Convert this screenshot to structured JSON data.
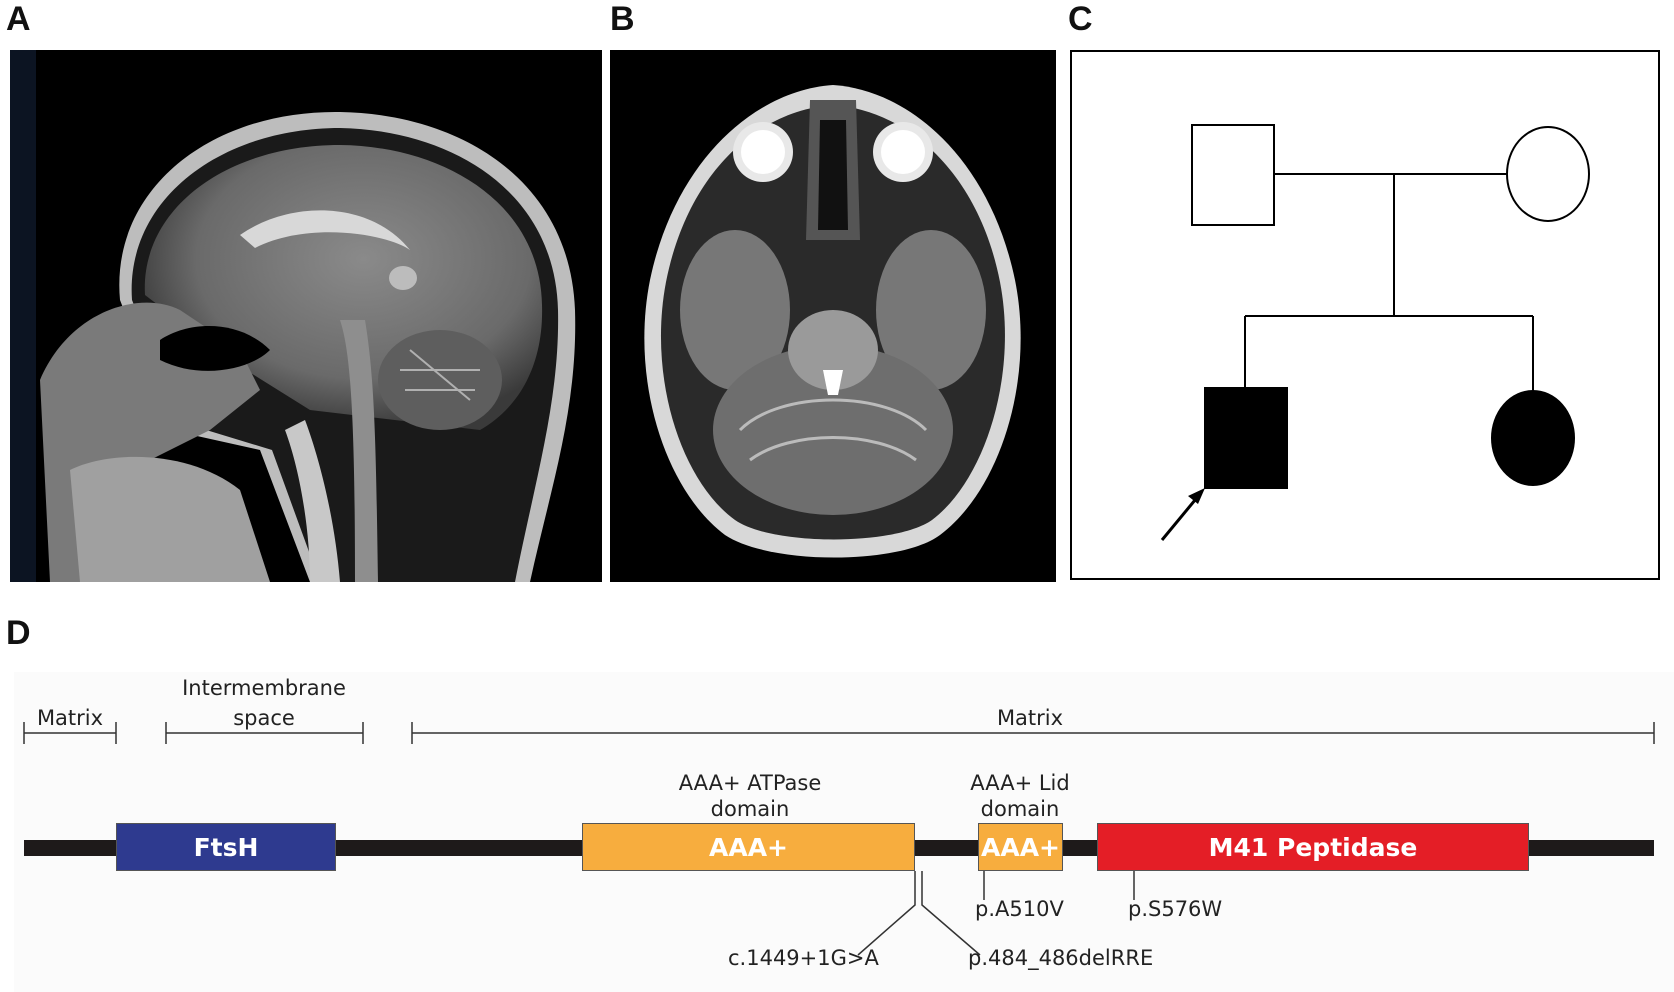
{
  "panels": {
    "a": "A",
    "b": "B",
    "c": "C",
    "d": "D"
  },
  "membrane": {
    "matrix_left": "Matrix",
    "intermembrane_line1": "Intermembrane",
    "intermembrane_line2": "space",
    "matrix_right": "Matrix"
  },
  "domains": {
    "ftsh": "FtsH",
    "aaa_atpase": "AAA+",
    "aaa_lid": "AAA+",
    "m41": "M41 Peptidase"
  },
  "domain_titles": {
    "atpase_line1": "AAA+ ATPase",
    "atpase_line2": "domain",
    "lid_line1": "AAA+ Lid",
    "lid_line2": "domain"
  },
  "variants": {
    "splice": "c.1449+1G>A",
    "deletion": "p.484_486delRRE",
    "a510v": "p.A510V",
    "s576w": "p.S576W"
  },
  "colors": {
    "ftsh": "#2e3a8f",
    "aaa": "#f7ad3e",
    "m41": "#e41e26",
    "backbone": "#1e1a1a"
  }
}
